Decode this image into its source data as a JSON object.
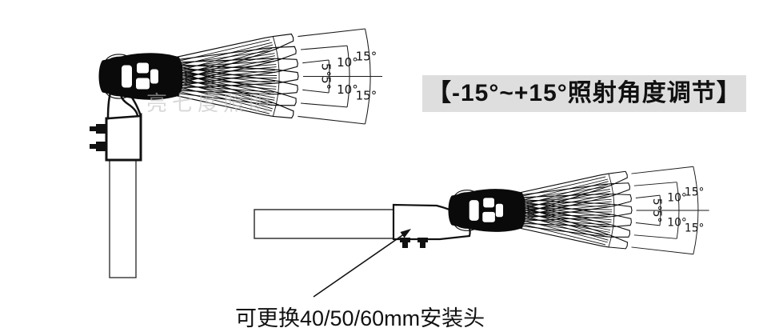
{
  "banner": {
    "text": "【-15°~+15°照射角度调节】",
    "bg_color": "#dedede",
    "text_color": "#111111"
  },
  "caption": {
    "text": "可更换40/50/60mm安装头"
  },
  "watermark": {
    "text": "亮七度照明"
  },
  "fan": {
    "unit": "°",
    "dimension_angles_deg": [
      5,
      10,
      15
    ],
    "upper_labels": [
      "5°",
      "10°",
      "15°"
    ],
    "lower_labels": [
      "5°",
      "10°",
      "15°"
    ],
    "tilt_positions_deg": [
      -15,
      -10,
      -5,
      0,
      5,
      10,
      15
    ]
  },
  "line_color": "#1a1a1a"
}
